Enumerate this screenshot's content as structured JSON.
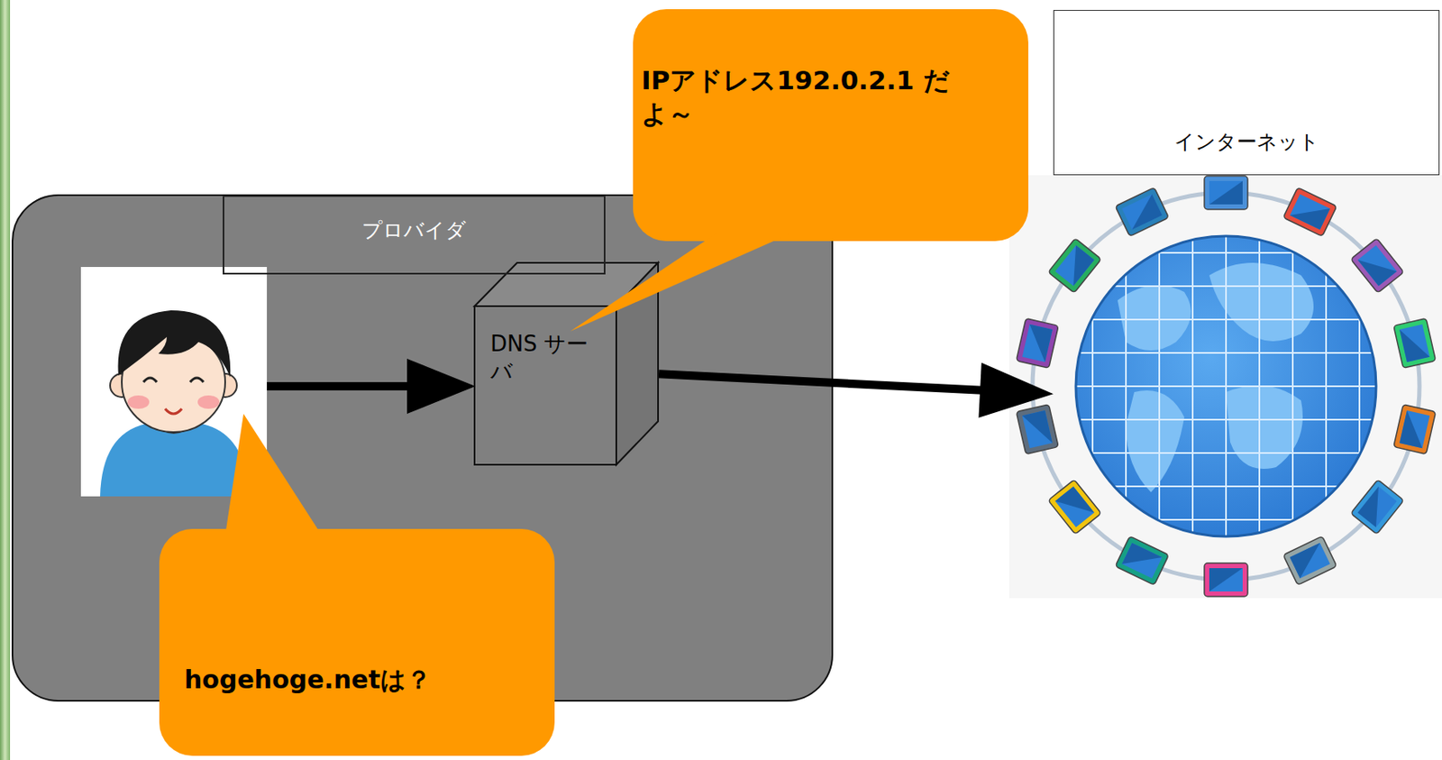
{
  "diagram": {
    "nodes": [
      {
        "text": [
          "プロバイダ"
        ]
      },
      {
        "text": [
          "DNS サーバ"
        ],
        "in": 0
      },
      {
        "text": [
          "IPアドレス192.0.2.1 だよ～"
        ]
      },
      {
        "text": [
          "hogehoge.netは？"
        ]
      },
      {
        "text": [
          "インターネット"
        ]
      }
    ],
    "edges": [
      {
        "from": 1,
        "to": 4,
        "arrow": "to"
      }
    ]
  }
}
